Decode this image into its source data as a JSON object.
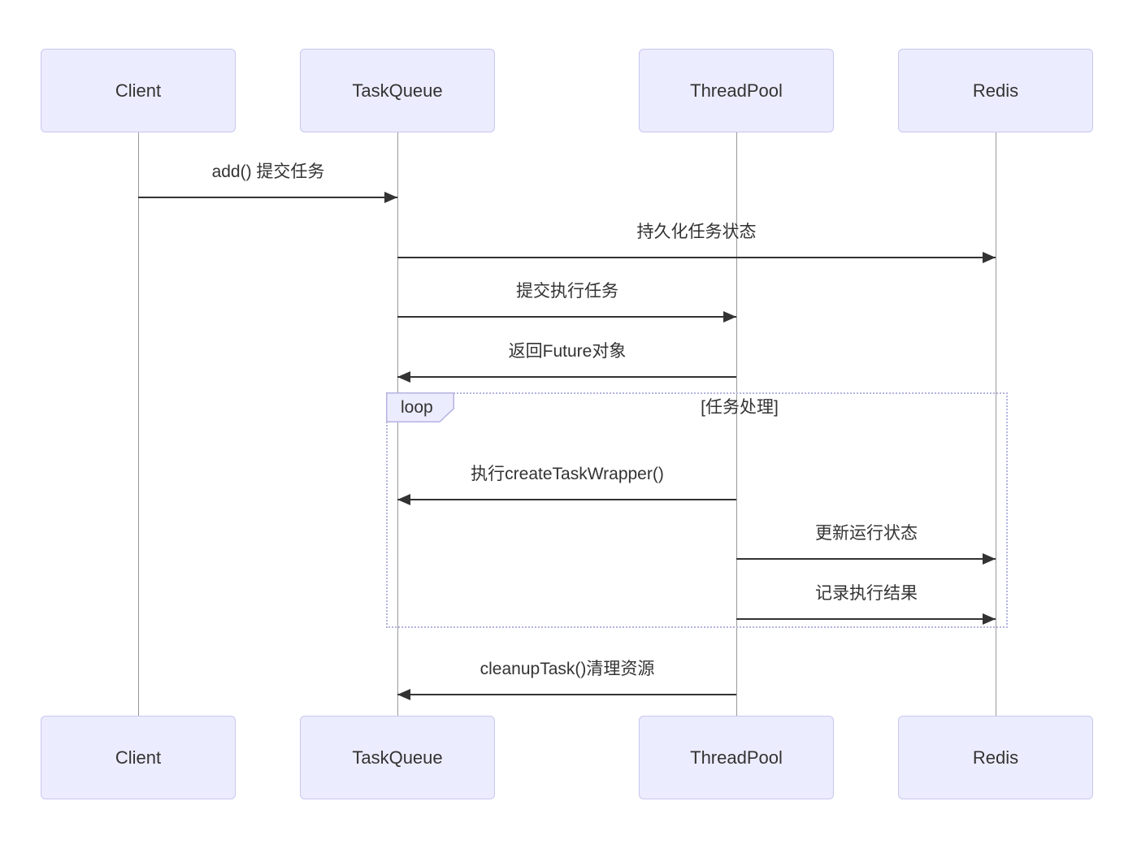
{
  "diagram": {
    "type": "sequence-diagram",
    "participants": [
      {
        "name": "Client"
      },
      {
        "name": "TaskQueue"
      },
      {
        "name": "ThreadPool"
      },
      {
        "name": "Redis"
      }
    ],
    "messages": [
      {
        "from": "Client",
        "to": "TaskQueue",
        "label": "add() 提交任务",
        "line": "solid",
        "arrow": "filled",
        "in_loop": false
      },
      {
        "from": "TaskQueue",
        "to": "Redis",
        "label": "持久化任务状态",
        "line": "solid",
        "arrow": "filled",
        "in_loop": false
      },
      {
        "from": "TaskQueue",
        "to": "ThreadPool",
        "label": "提交执行任务",
        "line": "solid",
        "arrow": "filled",
        "in_loop": false
      },
      {
        "from": "ThreadPool",
        "to": "TaskQueue",
        "label": "返回Future对象",
        "line": "solid",
        "arrow": "filled",
        "in_loop": false
      },
      {
        "from": "ThreadPool",
        "to": "TaskQueue",
        "label": "执行createTaskWrapper()",
        "line": "solid",
        "arrow": "filled",
        "in_loop": true
      },
      {
        "from": "ThreadPool",
        "to": "Redis",
        "label": "更新运行状态",
        "line": "solid",
        "arrow": "filled",
        "in_loop": true
      },
      {
        "from": "ThreadPool",
        "to": "Redis",
        "label": "记录执行结果",
        "line": "solid",
        "arrow": "filled",
        "in_loop": true
      },
      {
        "from": "ThreadPool",
        "to": "TaskQueue",
        "label": "cleanupTask()清理资源",
        "line": "solid",
        "arrow": "filled",
        "in_loop": false
      }
    ],
    "loop": {
      "operator": "loop",
      "condition": "[任务处理]"
    },
    "colors": {
      "actor_fill": "#ECECFF",
      "actor_border": "#C8C8F0",
      "signal": "#333333",
      "text": "#333333",
      "lifeline": "#999999",
      "loop_border": "#B3B3E0",
      "background": "#FFFFFF"
    }
  }
}
